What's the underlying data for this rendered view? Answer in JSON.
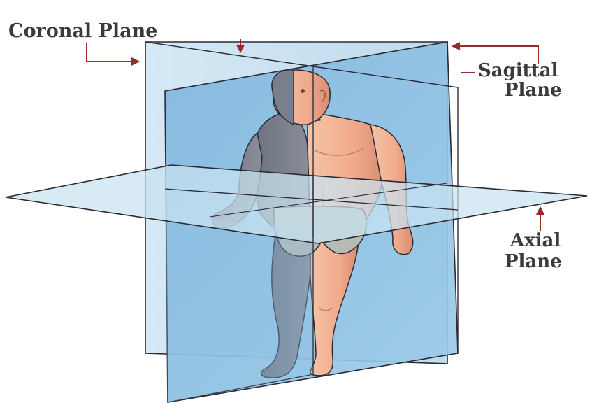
{
  "labels": {
    "coronal": "Coronal Plane",
    "sagittal_line1": "Sagittal",
    "sagittal_line2": "Plane",
    "axial_line1": "Axial",
    "axial_line2": "Plane"
  },
  "planes": [
    {
      "name": "Coronal Plane",
      "color": "#b9d7ec"
    },
    {
      "name": "Sagittal Plane",
      "color": "#8fc0e3"
    },
    {
      "name": "Axial Plane",
      "color": "#c9e3f1"
    }
  ],
  "colors": {
    "arrow": "#9b2a2a",
    "outline": "#2a2a35",
    "skin": "#f2b79a",
    "skin_shade": "#d98c72",
    "section_cut": "#7a7f8c",
    "shorts": "#b7bbb3",
    "label_text": "#3a3a3a"
  },
  "figure": "human-body-icon"
}
